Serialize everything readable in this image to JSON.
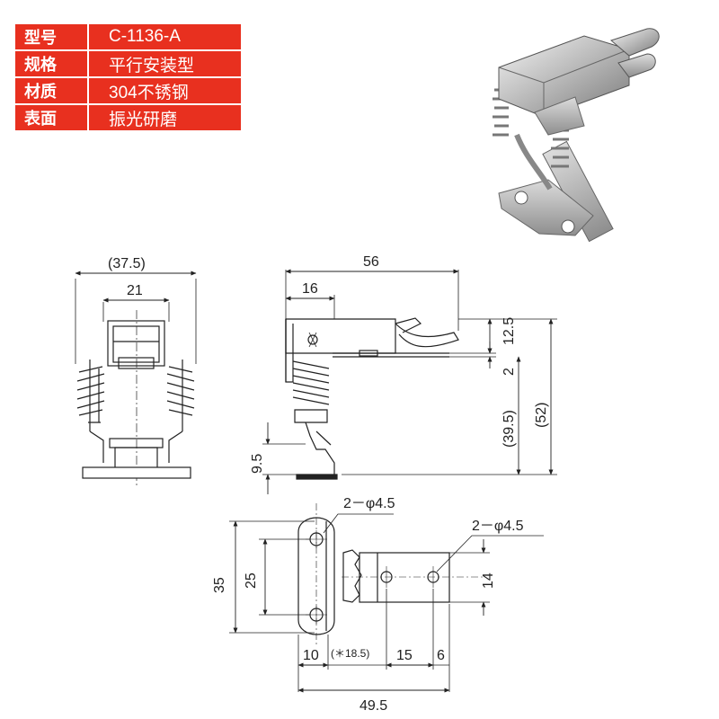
{
  "spec": {
    "rows": [
      {
        "key": "型号",
        "value": "C-1136-A"
      },
      {
        "key": "规格",
        "value": "平行安装型"
      },
      {
        "key": "材质",
        "value": "304不锈钢"
      },
      {
        "key": "表面",
        "value": "振光研磨"
      }
    ]
  },
  "dims": {
    "front_width": "(37.5)",
    "front_inner": "21",
    "side_length": "56",
    "side_offset": "16",
    "side_h1": "12.5",
    "side_h2": "2",
    "side_h3": "(39.5)",
    "side_total": "(52)",
    "side_bottom": "9.5",
    "hole_left": "2－φ4.5",
    "hole_right": "2－φ4.5",
    "plate_h_outer": "35",
    "plate_h_inner": "25",
    "hook_h": "14",
    "bot_10": "10",
    "bot_18": "(＊18.5)",
    "bot_15": "15",
    "bot_6": "6",
    "bot_total": "49.5"
  }
}
